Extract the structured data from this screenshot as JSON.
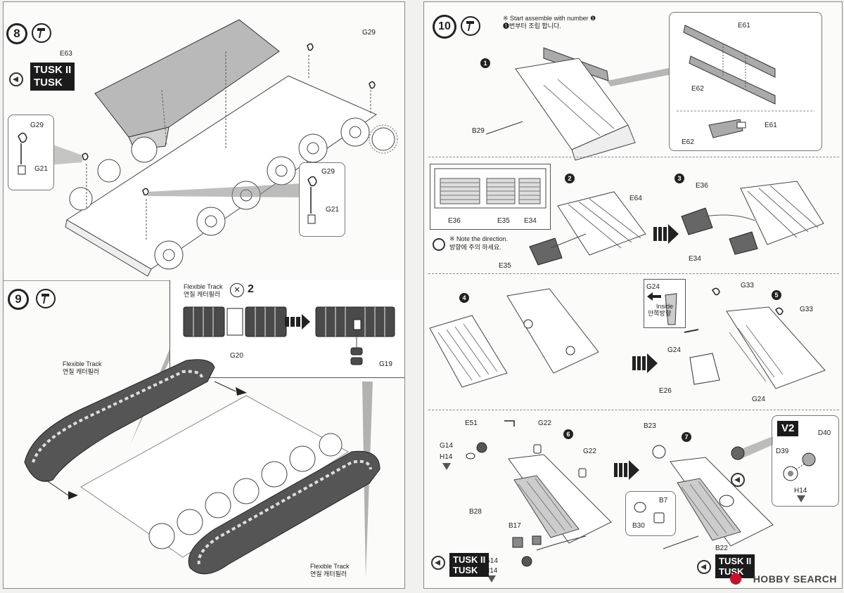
{
  "step8": {
    "number": "8",
    "badge_lines": [
      "TUSK II",
      "TUSK"
    ],
    "labels": {
      "e63": "E63",
      "g29_top": "G29",
      "g29_inset_left": "G29",
      "g21_inset_left": "G21",
      "g29_inset_right": "G29",
      "g21_inset_right": "G21"
    }
  },
  "step9": {
    "number": "9",
    "flex_track_en": "Flexible Track",
    "flex_track_ko": "연질 캐터필러",
    "times_count": "2",
    "g20": "G20",
    "g19": "G19",
    "left_track_en": "Flexible Track",
    "left_track_ko": "연질 캐터필러",
    "bottom_track_en": "Flexible Track",
    "bottom_track_ko": "연질 캐터필러"
  },
  "step10": {
    "number": "10",
    "note_en": "※ Start assemble with number ❶",
    "note_ko": "❶번부터 조립 합니다.",
    "sub1": "1",
    "b29": "B29",
    "inset_top": {
      "e61": "E61",
      "e62": "E62",
      "e61b": "E61",
      "e62b": "E62"
    },
    "sub2": "2",
    "sub3": "3",
    "grid_inset": {
      "e36": "E36",
      "e35": "E35",
      "e34": "E34"
    },
    "e64": "E64",
    "e35": "E35",
    "e36": "E36",
    "e34": "E34",
    "dir_note_en": "※ Note the direction.",
    "dir_note_ko": "방향에 주의 하세요.",
    "sub4": "4",
    "sub5": "5",
    "g24_inset": {
      "g24": "G24",
      "inside_en": "Inside",
      "inside_ko": "안쪽방향"
    },
    "g33a": "G33",
    "g33b": "G33",
    "g24a": "G24",
    "g24b": "G24",
    "e26": "E26",
    "sub6": "6",
    "sub7": "7",
    "e51": "E51",
    "g22a": "G22",
    "g22b": "G22",
    "g14a": "G14",
    "h14a": "H14",
    "b28": "B28",
    "b17": "B17",
    "g14b": "G14",
    "h14b": "H14",
    "b23": "B23",
    "b7": "B7",
    "b30": "B30",
    "b22": "B22",
    "v2_badge": "V2",
    "d40": "D40",
    "d39": "D39",
    "h14c": "H14",
    "badge_a_lines": [
      "TUSK II",
      "TUSK"
    ],
    "badge_b_lines": [
      "TUSK II",
      "TUSK"
    ]
  },
  "watermark": "HOBBY SEARCH"
}
